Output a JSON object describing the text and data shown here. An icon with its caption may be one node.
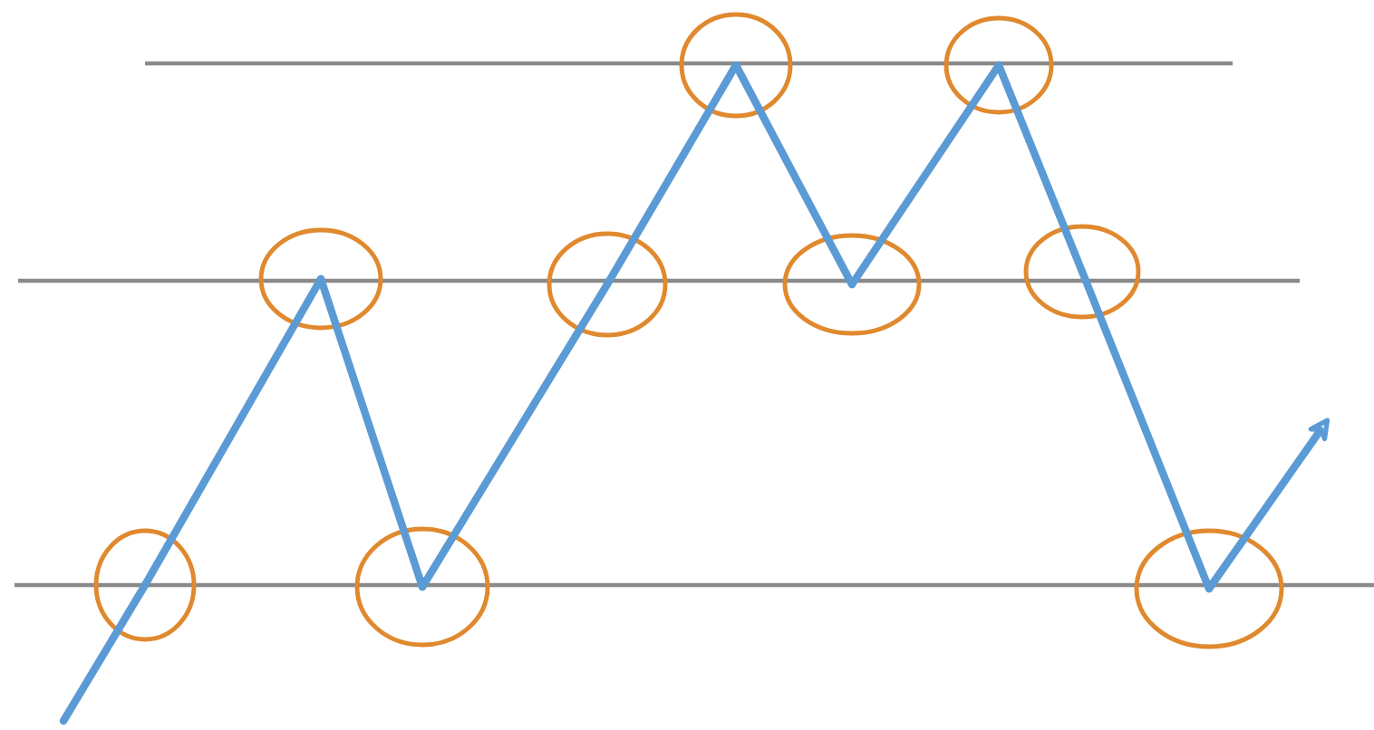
{
  "diagram": {
    "nodes": [
      {
        "text": [],
        "shape": "circle"
      },
      {
        "text": [],
        "shape": "circle"
      },
      {
        "text": [],
        "shape": "circle"
      },
      {
        "text": [],
        "shape": "circle"
      },
      {
        "text": [],
        "shape": "circle"
      },
      {
        "text": [],
        "shape": "circle"
      },
      {
        "text": [],
        "shape": "circle"
      },
      {
        "text": [],
        "shape": "circle"
      },
      {
        "text": [],
        "shape": "circle"
      }
    ],
    "edges": [
      {
        "from": null,
        "to": 0,
        "arrow": "none"
      },
      {
        "from": 0,
        "to": 1,
        "arrow": "none"
      },
      {
        "from": 1,
        "to": 2,
        "arrow": "none"
      },
      {
        "from": 2,
        "to": 3,
        "arrow": "none"
      },
      {
        "from": 3,
        "to": 4,
        "arrow": "none"
      },
      {
        "from": 4,
        "to": 5,
        "arrow": "none"
      },
      {
        "from": 5,
        "to": 6,
        "arrow": "none"
      },
      {
        "from": 6,
        "to": 7,
        "arrow": "none"
      },
      {
        "from": 7,
        "to": 8,
        "arrow": "none"
      },
      {
        "from": 8,
        "to": null,
        "arrow": "to"
      }
    ]
  }
}
